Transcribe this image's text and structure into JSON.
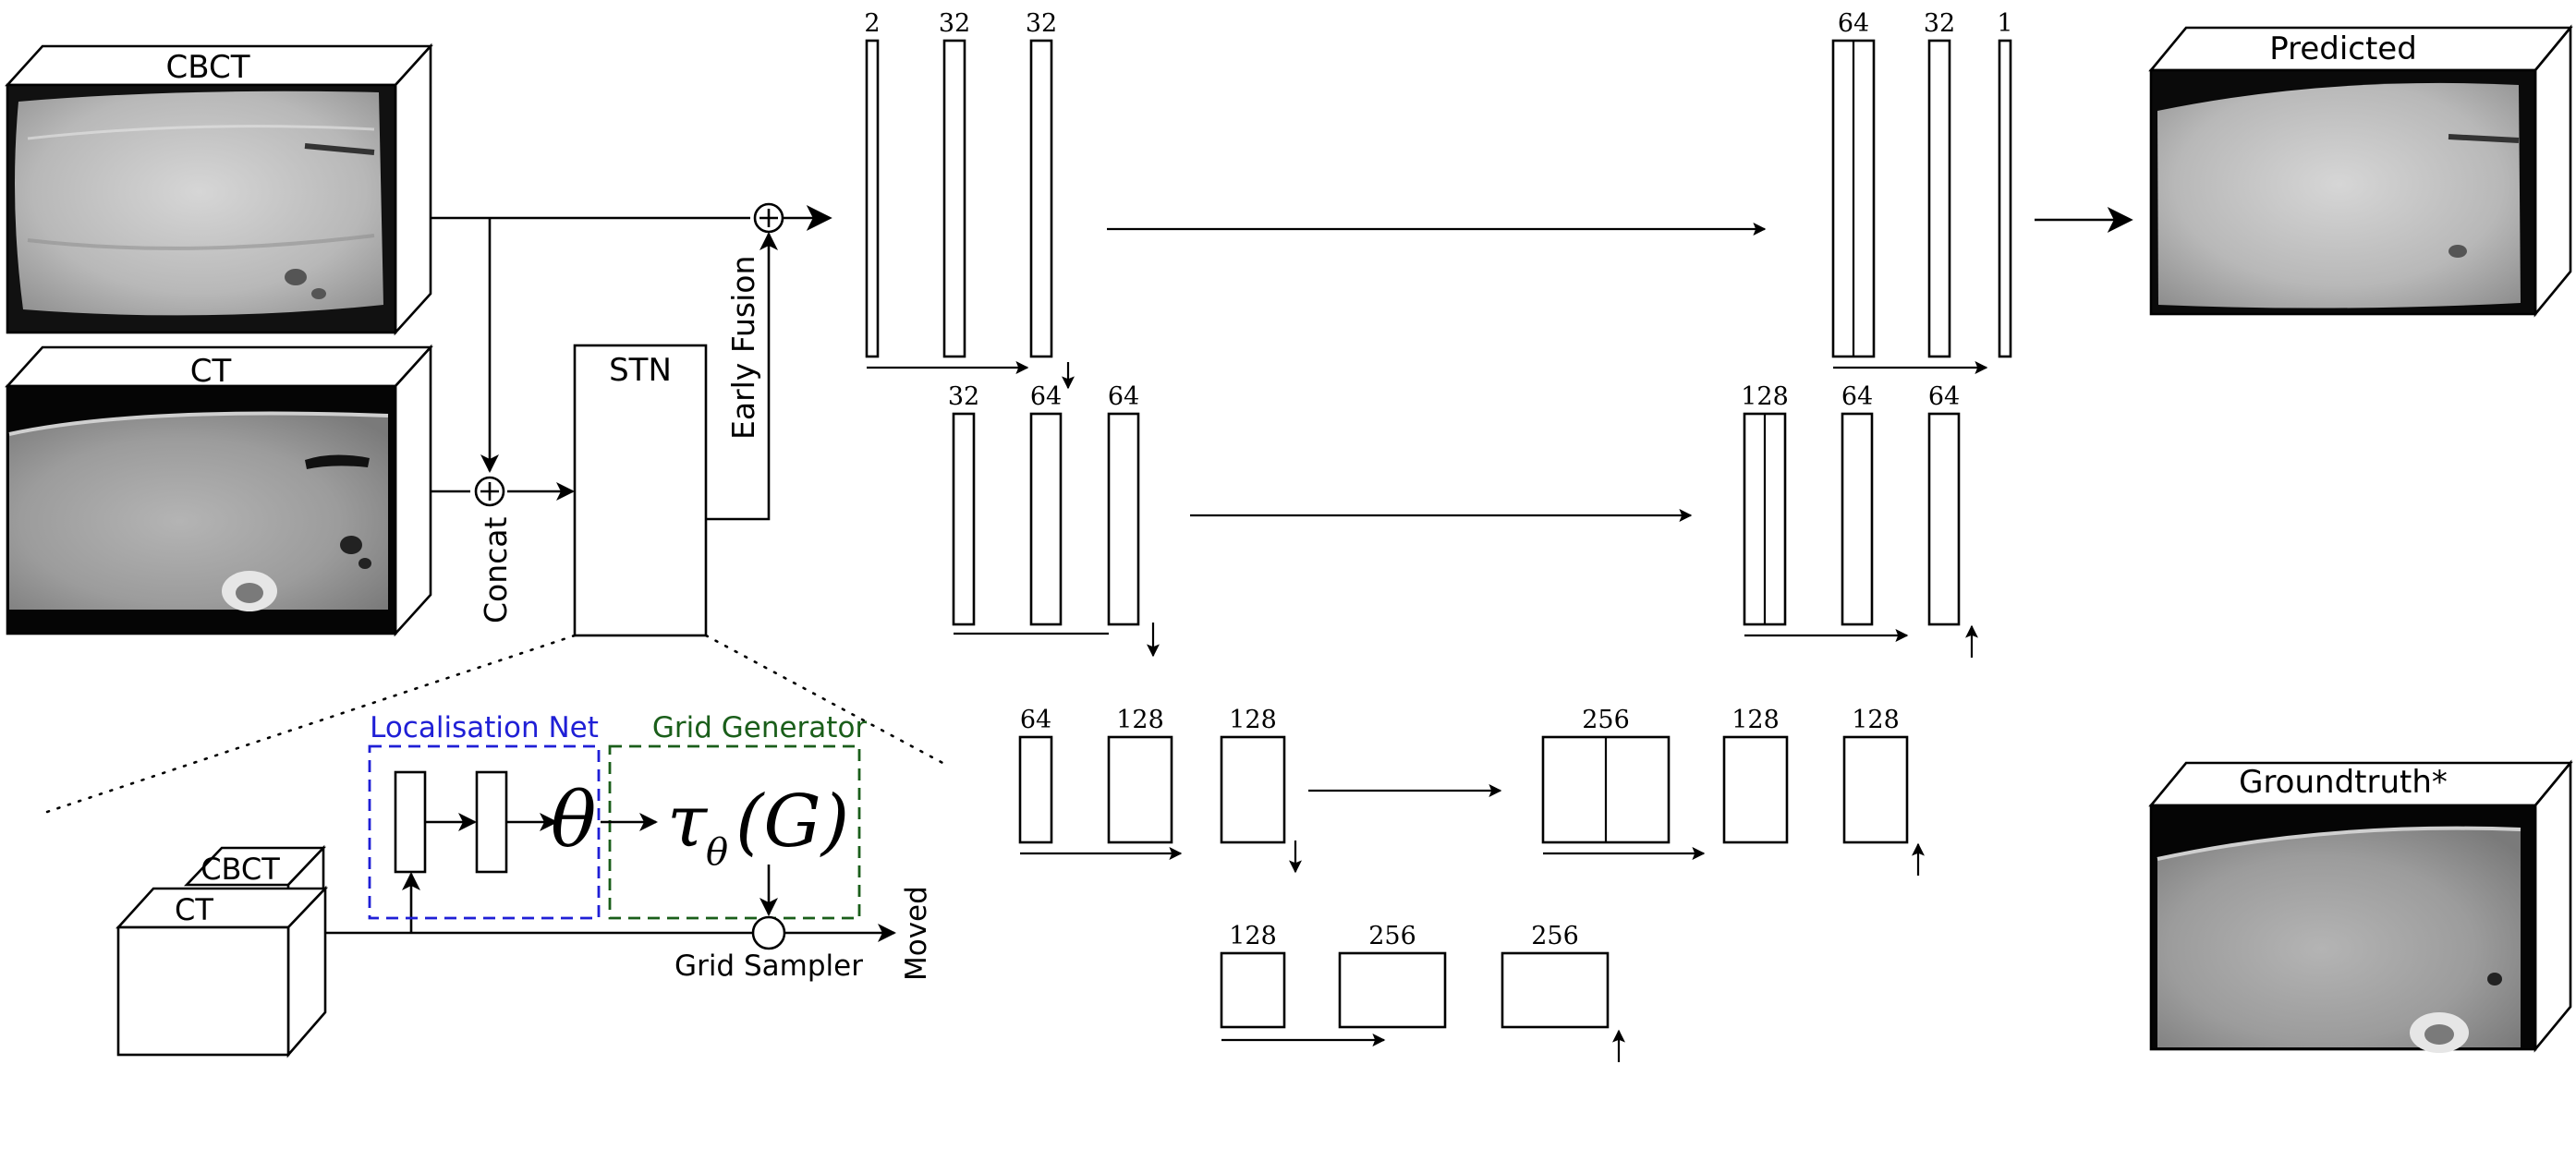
{
  "inputs": {
    "cbct_label": "CBCT",
    "ct_label": "CT",
    "concat_label": "Concat",
    "stn_label": "STN",
    "early_fusion_label": "Early Fusion"
  },
  "outputs": {
    "predicted_label": "Predicted",
    "groundtruth_label": "Groundtruth*"
  },
  "stn_detail": {
    "localisation_net_label": "Localisation Net",
    "grid_generator_label": "Grid Generator",
    "theta_symbol": "θ",
    "tau_symbol": "τ",
    "tau_subscript": "θ",
    "tau_arg": "(G)",
    "grid_sampler_label": "Grid Sampler",
    "moved_label": "Moved",
    "stack_cbct_label": "CBCT",
    "stack_ct_label": "CT"
  },
  "unet": {
    "enc1": [
      "2",
      "32",
      "32"
    ],
    "enc2": [
      "32",
      "64",
      "64"
    ],
    "enc3": [
      "64",
      "128",
      "128"
    ],
    "bottleneck": [
      "128",
      "256",
      "256"
    ],
    "dec3": [
      "256",
      "128",
      "128"
    ],
    "dec2": [
      "128",
      "64",
      "64"
    ],
    "dec1": [
      "64",
      "32",
      "1"
    ]
  },
  "colors": {
    "localisation_net": "#1f1fd6",
    "grid_generator": "#1a5e1a",
    "ink": "#000000"
  }
}
